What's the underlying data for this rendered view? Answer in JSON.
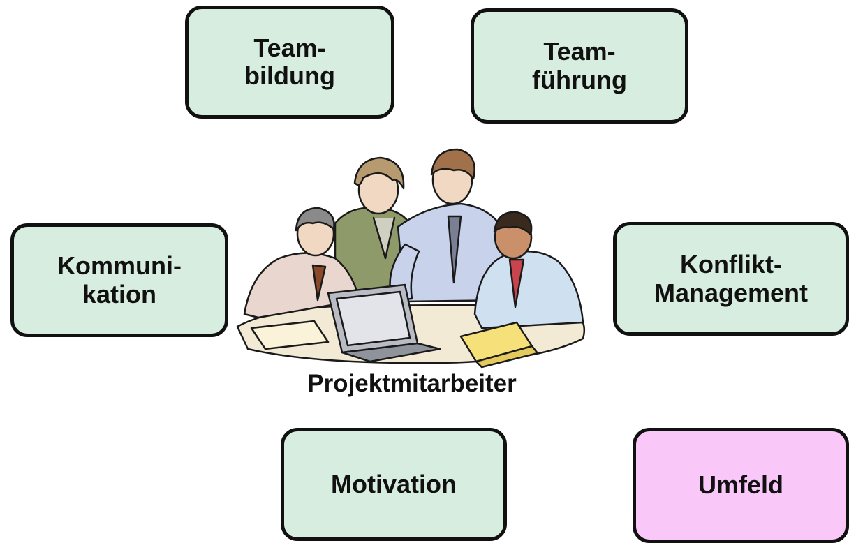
{
  "colors": {
    "box_green": "#d7eddf",
    "box_pink": "#f9c8f8",
    "border": "#111111"
  },
  "boxes": {
    "teambildung": {
      "line1": "Team-",
      "line2": "bildung"
    },
    "teamfuehrung": {
      "line1": "Team-",
      "line2": "führung"
    },
    "kommunikation": {
      "line1": "Kommuni-",
      "line2": "kation"
    },
    "konflikt": {
      "line1": "Konflikt-",
      "line2": "Management"
    },
    "motivation": {
      "label": "Motivation"
    },
    "umfeld": {
      "label": "Umfeld"
    }
  },
  "center": {
    "label": "Projektmitarbeiter",
    "illustration": "team-meeting-clipart"
  }
}
